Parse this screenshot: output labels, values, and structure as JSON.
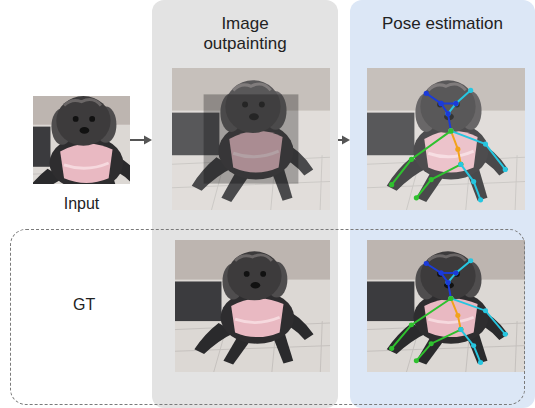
{
  "diagram": {
    "nodes": [
      {
        "text": [
          "Input"
        ]
      },
      {
        "text": [
          "Image outpainting"
        ]
      },
      {
        "text": [
          "Pose estimation"
        ]
      },
      {
        "text": [
          "GT"
        ]
      }
    ],
    "edges": [
      {
        "from": 0,
        "to": 1,
        "arrow": "to"
      },
      {
        "from": 1,
        "to": 2,
        "arrow": "to"
      }
    ]
  }
}
